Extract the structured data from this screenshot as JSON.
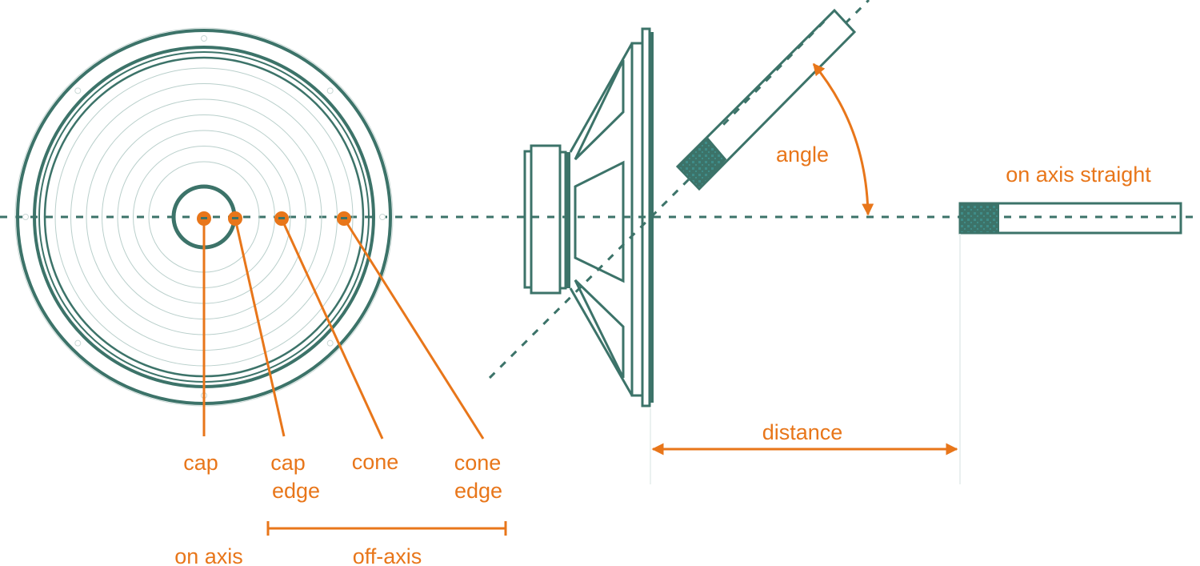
{
  "colors": {
    "teal": "#3C7369",
    "orange": "#E8761A"
  },
  "front_view": {
    "points": [
      {
        "label_lines": [
          "cap"
        ]
      },
      {
        "label_lines": [
          "cap",
          "edge"
        ]
      },
      {
        "label_lines": [
          "cone"
        ]
      },
      {
        "label_lines": [
          "cone",
          "edge"
        ]
      }
    ],
    "group_on_axis": "on axis",
    "group_off_axis": "off-axis"
  },
  "side_view": {
    "angle_label": "angle",
    "distance_label": "distance",
    "straight_label": "on axis straight"
  }
}
